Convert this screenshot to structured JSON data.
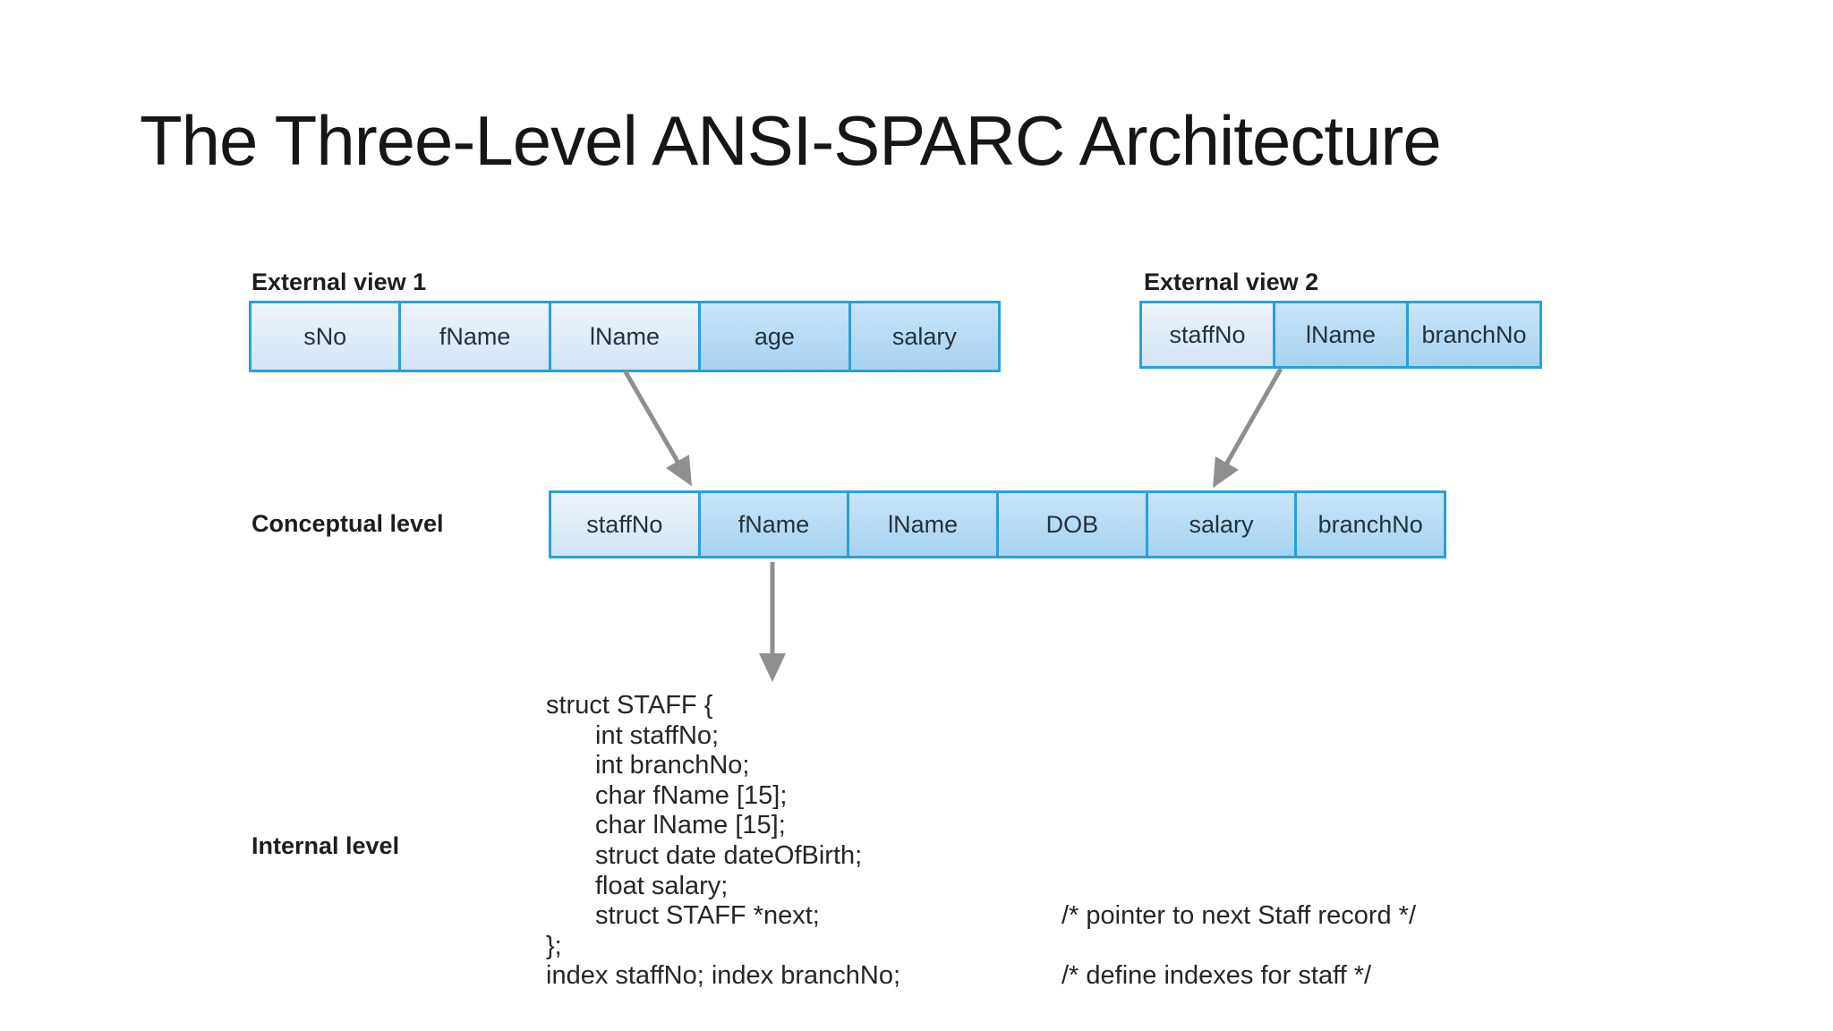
{
  "title": "The Three-Level ANSI-SPARC Architecture",
  "external_view_1": {
    "label": "External view 1",
    "cells": [
      "sNo",
      "fName",
      "lName",
      "age",
      "salary"
    ]
  },
  "external_view_2": {
    "label": "External view 2",
    "cells": [
      "staffNo",
      "lName",
      "branchNo"
    ]
  },
  "conceptual_level": {
    "label": "Conceptual level",
    "cells": [
      "staffNo",
      "fName",
      "lName",
      "DOB",
      "salary",
      "branchNo"
    ]
  },
  "internal_level": {
    "label": "Internal level",
    "code_lines": [
      {
        "code": "struct STAFF {"
      },
      {
        "code": "int staffNo;"
      },
      {
        "code": "int branchNo;"
      },
      {
        "code": "char fName [15];"
      },
      {
        "code": "char lName [15];"
      },
      {
        "code": "struct date dateOfBirth;"
      },
      {
        "code": "float salary;"
      },
      {
        "code": "struct STAFF *next;",
        "comment": "/* pointer to next Staff record */"
      },
      {
        "code": "};"
      },
      {
        "code": "index staffNo; index branchNo;",
        "comment": "/* define indexes for staff */"
      }
    ]
  },
  "colors": {
    "cell_border": "#2b9fd8",
    "cell_light_top": "#eef4fb",
    "cell_light_bottom": "#d2e5f6",
    "cell_med_top": "#c9e4f8",
    "cell_med_bottom": "#a6d3f0",
    "arrow": "#8f8f8f",
    "title_text": "#161616",
    "body_text": "#262626"
  }
}
